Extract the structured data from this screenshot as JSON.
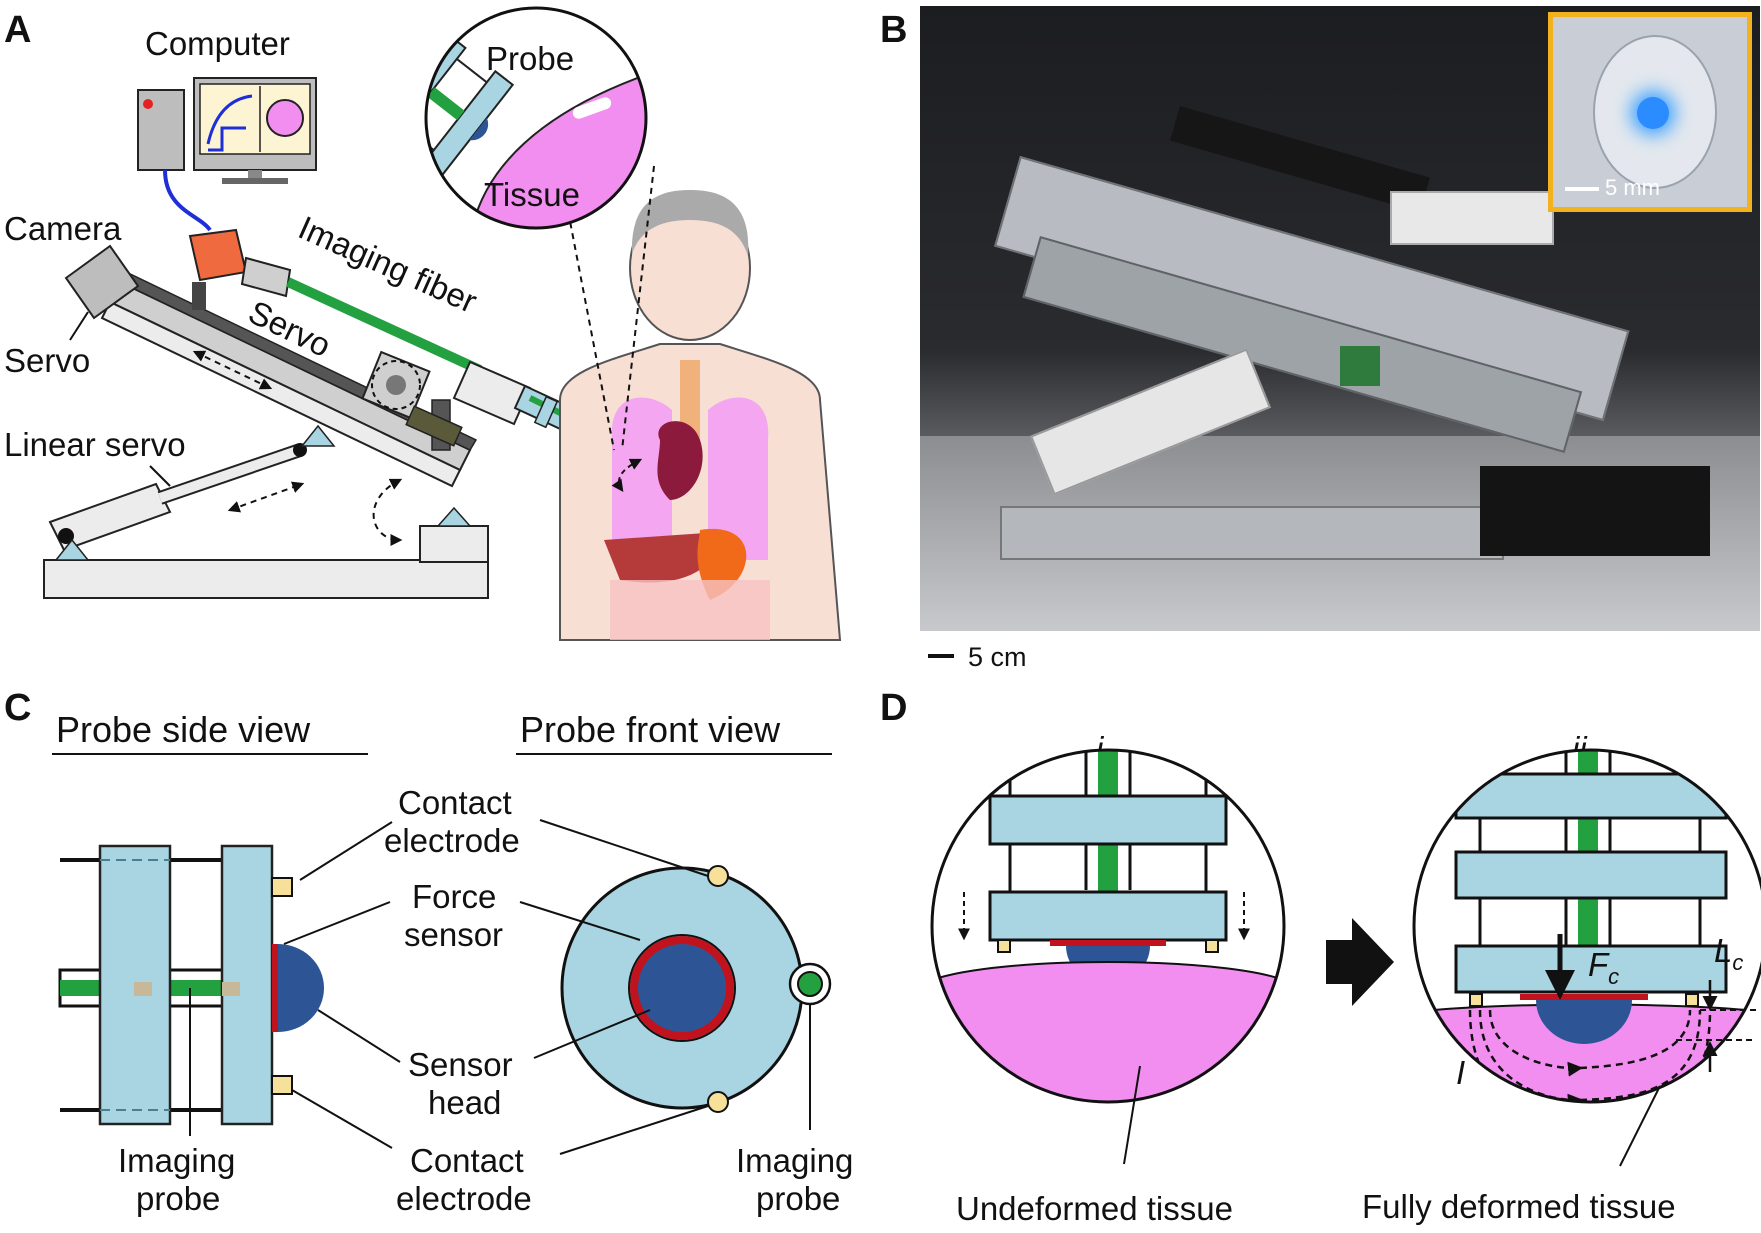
{
  "panels": {
    "a": "A",
    "b": "B",
    "c": "C",
    "d": "D"
  },
  "panel_a": {
    "computer": "Computer",
    "probe": "Probe",
    "tissue": "Tissue",
    "camera": "Camera",
    "imaging_fiber": "Imaging fiber",
    "servo_left": "Servo",
    "servo_mid": "Servo",
    "linear_servo": "Linear servo"
  },
  "panel_b": {
    "scale_main": "5 cm",
    "scale_inset": "5 mm"
  },
  "panel_c": {
    "side_view_title": "Probe side view",
    "front_view_title": "Probe front view",
    "contact_electrode_top_1": "Contact",
    "contact_electrode_top_2": "electrode",
    "force_sensor_1": "Force",
    "force_sensor_2": "sensor",
    "sensor_head_1": "Sensor",
    "sensor_head_2": "head",
    "contact_electrode_bottom_1": "Contact",
    "contact_electrode_bottom_2": "electrode",
    "imaging_probe_left_1": "Imaging",
    "imaging_probe_left_2": "probe",
    "imaging_probe_right_1": "Imaging",
    "imaging_probe_right_2": "probe"
  },
  "panel_d": {
    "state_i": "i",
    "state_ii": "ii",
    "undeformed": "Undeformed tissue",
    "fully_deformed": "Fully deformed tissue",
    "force_symbol": "F",
    "force_sub": "c",
    "length_symbol": "L",
    "length_sub": "c",
    "current_symbol": "I"
  },
  "colors": {
    "probe_blue": "#a9d4e1",
    "sensor_head": "#2d5596",
    "force_sensor": "#c0131e",
    "fiber_green": "#23a040",
    "tissue_pink": "#f28ef0",
    "electrode_yellow": "#f6e09a",
    "camera_orange": "#f06a3f",
    "inset_border": "#f2b21d"
  }
}
